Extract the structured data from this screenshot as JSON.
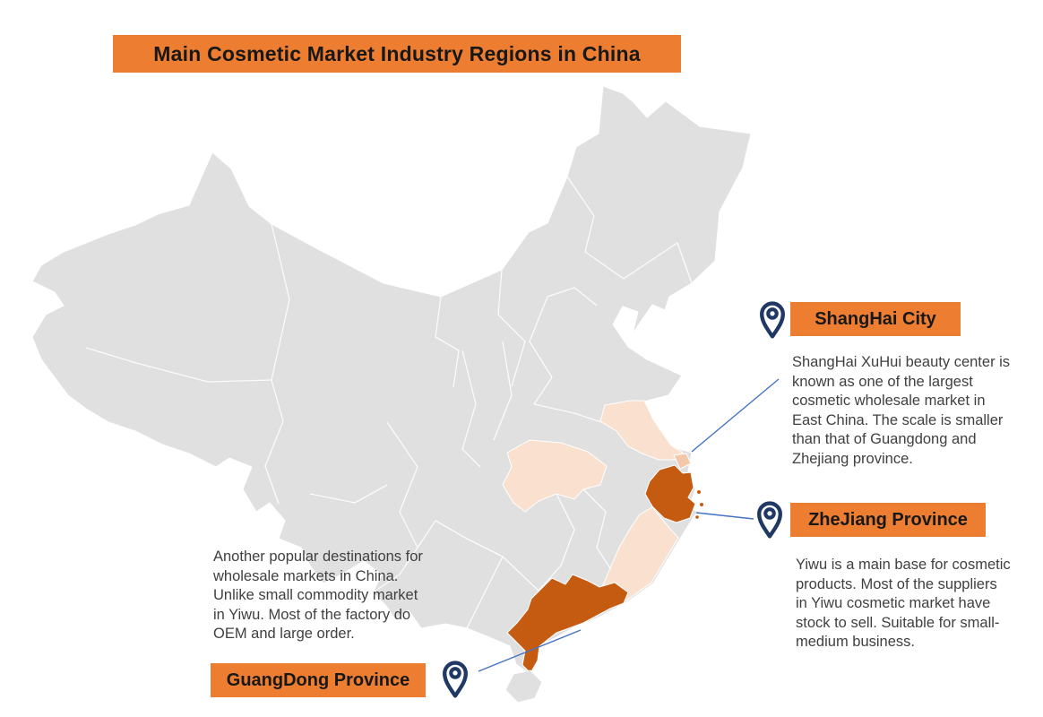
{
  "title": {
    "text": "Main Cosmetic Market Industry Regions in China"
  },
  "callouts": [
    {
      "id": "shanghai",
      "label": "ShangHai City",
      "description": "ShangHai XuHui beauty center is\nknown as one of the largest\ncosmetic wholesale market in\nEast China. The scale is smaller\nthan that of Guangdong and\nZhejiang province."
    },
    {
      "id": "zhejiang",
      "label": "ZheJiang Province",
      "description": "Yiwu is a main base for cosmetic\nproducts. Most of the suppliers\nin Yiwu cosmetic market have\nstock to sell. Suitable for small-\nmedium business."
    },
    {
      "id": "guangdong",
      "label": "GuangDong Province",
      "description": "Another popular destinations for\nwholesale markets in China.\nUnlike small commodity market\nin Yiwu.  Most of the factory do\nOEM and large order."
    }
  ],
  "map": {
    "country": "China",
    "highlighted_dark": [
      "Zhejiang",
      "Guangdong"
    ],
    "highlighted_light": [
      "Jiangsu",
      "Hubei",
      "Fujian"
    ],
    "highlighted_medium": [
      "Shanghai"
    ]
  },
  "colors": {
    "accent": "#ED7D31",
    "dark_orange": "#C55A11",
    "light_orange": "#FAE0CE",
    "shanghai_tint": "#F3C8A8",
    "map_gray": "#E0E0E0",
    "pin_navy": "#1F3864",
    "leader_blue": "#4472C4",
    "text_dark": "#404040",
    "label_text": "#181818"
  }
}
